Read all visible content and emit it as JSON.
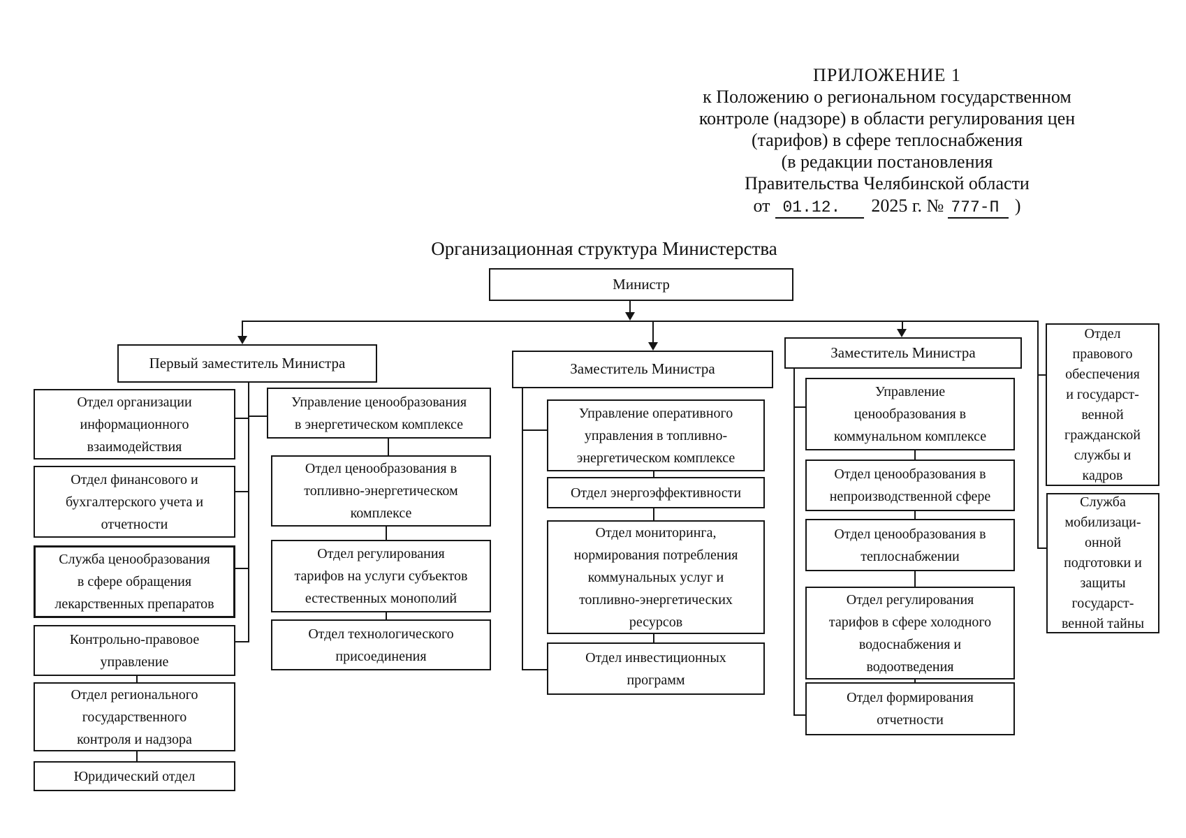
{
  "appendix": {
    "title": "ПРИЛОЖЕНИЕ 1",
    "lines": [
      "к Положению о региональном государственном",
      "контроле (надзоре) в области регулирования цен",
      "(тарифов) в сфере теплоснабжения",
      "(в редакции постановления",
      "Правительства Челябинской области"
    ],
    "date_prefix": "от",
    "date_value": "01.12.",
    "date_middle": "2025 г. №",
    "doc_number": "777-П",
    "date_suffix": ")"
  },
  "title": "Организационная структура Министерства",
  "org": {
    "minister": {
      "label": "Министр"
    },
    "first_deputy_branch": {
      "head": {
        "label": "Первый заместитель Министра"
      },
      "admin_units": {
        "info_interaction_dept": {
          "label": "Отдел организации\nинформационного\nвзаимодействия"
        },
        "finance_accounting_dept": {
          "label": "Отдел финансового и\nбухгалтерского учета и\nотчетности"
        },
        "pharma_pricing_service": {
          "label": "Служба ценообразования\nв сфере обращения\nлекарственных препаратов"
        },
        "control_legal_dept": {
          "label": "Контрольно-правовое\nуправление"
        },
        "regional_control_dept": {
          "label": "Отдел регионального\nгосударственного\nконтроля и надзора"
        },
        "legal_dept": {
          "label": "Юридический отдел"
        }
      },
      "energy_pricing_units": {
        "energy_pricing_board": {
          "label": "Управление ценообразования\nв энергетическом комплексе"
        },
        "fuel_energy_pricing_dept": {
          "label": "Отдел ценообразования в\nтопливно-энергетическом\nкомплексе"
        },
        "monopoly_tariff_dept": {
          "label": "Отдел регулирования\nтарифов на услуги субъектов\nестественных монополий"
        },
        "tech_connection_dept": {
          "label": "Отдел технологического\nприсоединения"
        }
      }
    },
    "fuel_energy_deputy_branch": {
      "head": {
        "label": "Заместитель Министра"
      },
      "units": {
        "operational_board": {
          "label": "Управление оперативного\nуправления в топливно-\nэнергетическом комплексе"
        },
        "energy_efficiency_dept": {
          "label": "Отдел энергоэффективности"
        },
        "monitoring_dept": {
          "label": "Отдел мониторинга,\nнормирования потребления\nкоммунальных услуг и\nтопливно-энергетических\nресурсов"
        },
        "investment_programs_dept": {
          "label": "Отдел инвестиционных\nпрограмм"
        }
      }
    },
    "utilities_deputy_branch": {
      "head": {
        "label": "Заместитель Министра"
      },
      "units": {
        "utilities_pricing_board": {
          "label": "Управление\nценообразования в\nкоммунальном комплексе"
        },
        "nonproduction_pricing_dept": {
          "label": "Отдел ценообразования в\nнепроизводственной сфере"
        },
        "heat_pricing_dept": {
          "label": "Отдел ценообразования в\nтеплоснабжении"
        },
        "water_tariff_dept": {
          "label": "Отдел регулирования\nтарифов в сфере холодного\nводоснабжения и\nводоотведения"
        },
        "reporting_dept": {
          "label": "Отдел формирования\nотчетности"
        }
      }
    },
    "minister_direct_units": {
      "legal_support_hr_dept": {
        "label": "Отдел\nправового\nобеспечения\nи государст-\nвенной\nгражданской\nслужбы и\nкадров"
      },
      "mobilization_service": {
        "label": "Служба\nмобилизаци-\nонной\nподготовки и\nзащиты\nгосударст-\nвенной тайны"
      }
    }
  }
}
